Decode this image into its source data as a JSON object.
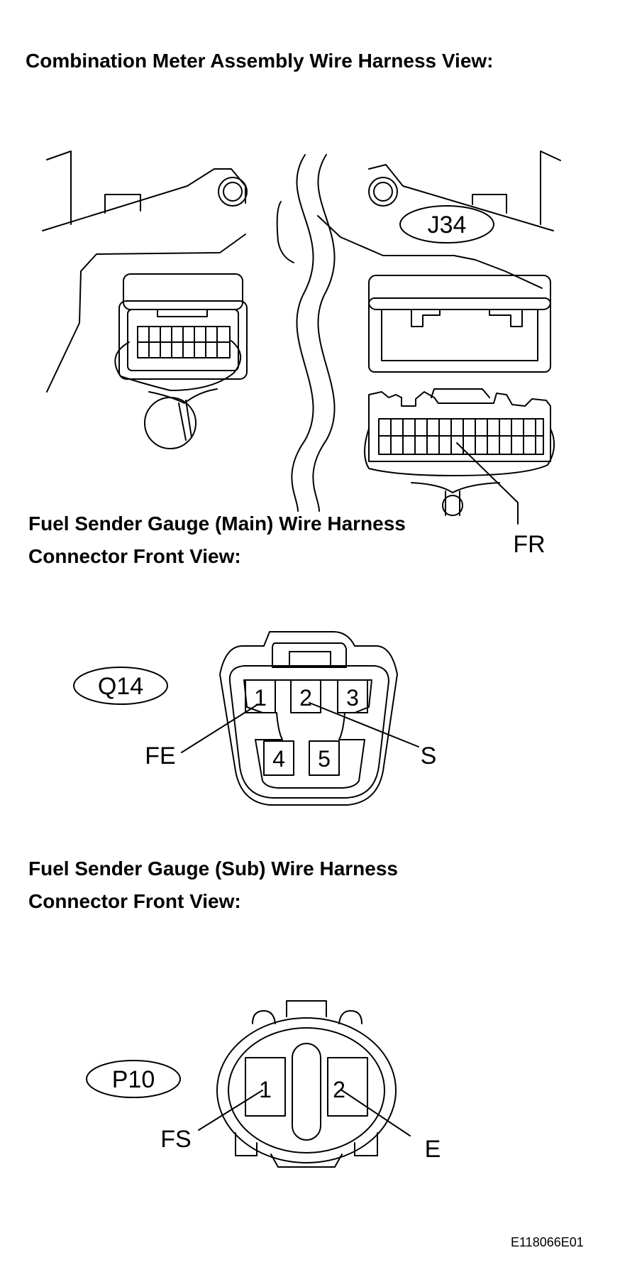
{
  "headings": {
    "combination": "Combination Meter Assembly Wire Harness View:",
    "main_line1": "Fuel Sender Gauge (Main) Wire Harness",
    "main_line2": "Connector Front View:",
    "sub_line1": "Fuel Sender Gauge (Sub) Wire Harness",
    "sub_line2": "Connector Front View:"
  },
  "connectors": {
    "j34": {
      "id": "J34",
      "terminal_label": "FR"
    },
    "q14": {
      "id": "Q14",
      "pins": [
        "1",
        "2",
        "3",
        "4",
        "5"
      ],
      "terminal_labels": {
        "pin1": "FE",
        "pin2": "S"
      }
    },
    "p10": {
      "id": "P10",
      "pins": [
        "1",
        "2"
      ],
      "terminal_labels": {
        "pin1": "FS",
        "pin2": "E"
      }
    }
  },
  "figure_code": "E118066E01"
}
